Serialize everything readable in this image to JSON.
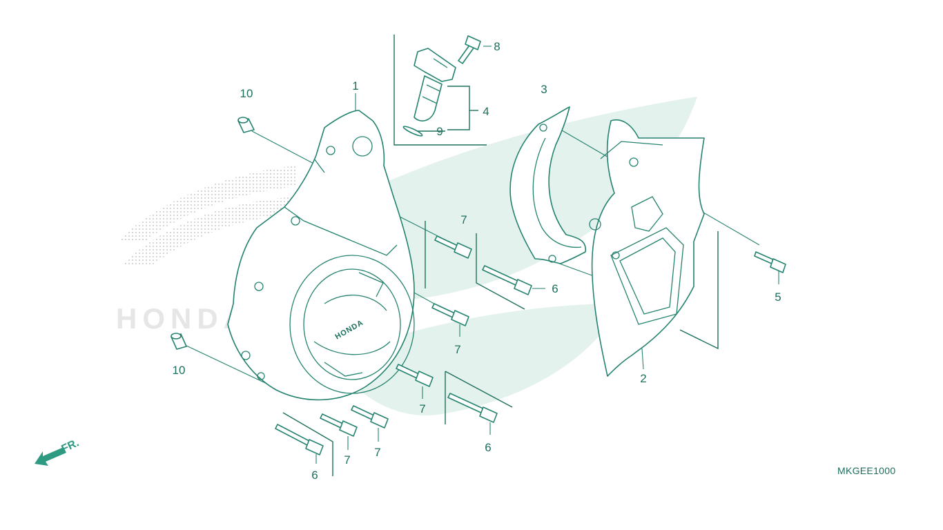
{
  "diagram_code": "MKGEE1000",
  "front_indicator": "FR.",
  "cover_logo": "HONDA",
  "watermark_text": "HONDA",
  "callouts": {
    "c1": "1",
    "c2": "2",
    "c3": "3",
    "c4": "4",
    "c5": "5",
    "c6a": "6",
    "c6b": "6",
    "c6c": "6",
    "c7a": "7",
    "c7b": "7",
    "c7c": "7",
    "c7d": "7",
    "c7e": "7",
    "c8": "8",
    "c9": "9",
    "c10a": "10",
    "c10b": "10"
  },
  "colors": {
    "line": "#23826e",
    "text": "#1c6e5c",
    "watermark": "#d9ece6"
  }
}
